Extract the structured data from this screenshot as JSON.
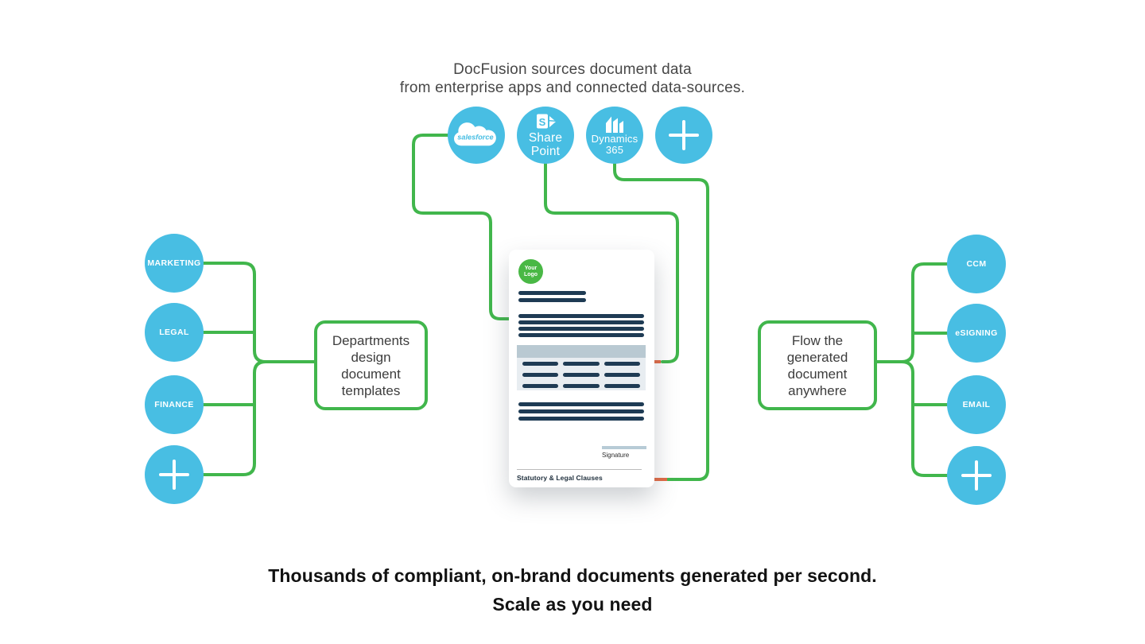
{
  "colors": {
    "blue": "#48BEE3",
    "green": "#41B64C",
    "logoGreen": "#49B845",
    "navy": "#1E3B54",
    "tableHeader": "#B9C9D2",
    "tableBg": "#E8EDF1",
    "sigLine": "#B7CBD6",
    "tipOrange": "#E26A44"
  },
  "header": {
    "line1": "DocFusion sources document data",
    "line2": "from enterprise apps and connected data-sources."
  },
  "sources": {
    "salesforce": {
      "label": "salesforce",
      "icon": "salesforce-cloud-icon"
    },
    "sharepoint": {
      "line1": "Share",
      "line2": "Point",
      "icon_letter": "S",
      "icon": "sharepoint-icon"
    },
    "dynamics": {
      "line1": "Dynamics",
      "line2": "365",
      "icon": "dynamics-sails-icon"
    },
    "add": {
      "icon": "plus-icon"
    }
  },
  "left_group": {
    "nodes": [
      {
        "label": "MARKETING"
      },
      {
        "label": "LEGAL"
      },
      {
        "label": "FINANCE"
      },
      {
        "label": "+",
        "icon": "plus-icon"
      }
    ],
    "box": {
      "line1": "Departments",
      "line2": "design",
      "line3": "document",
      "line4": "templates"
    }
  },
  "right_group": {
    "box": {
      "line1": "Flow the",
      "line2": "generated",
      "line3": "document",
      "line4": "anywhere"
    },
    "nodes": [
      {
        "label": "CCM"
      },
      {
        "label": "eSIGNING"
      },
      {
        "label": "EMAIL"
      },
      {
        "label": "+",
        "icon": "plus-icon"
      }
    ]
  },
  "document": {
    "logo": {
      "line1": "Your",
      "line2": "Logo"
    },
    "signature_label": "Signature",
    "footer_label": "Statutory & Legal Clauses"
  },
  "footer": {
    "line1": "Thousands of compliant, on-brand documents generated per second.",
    "line2": "Scale as you need"
  }
}
